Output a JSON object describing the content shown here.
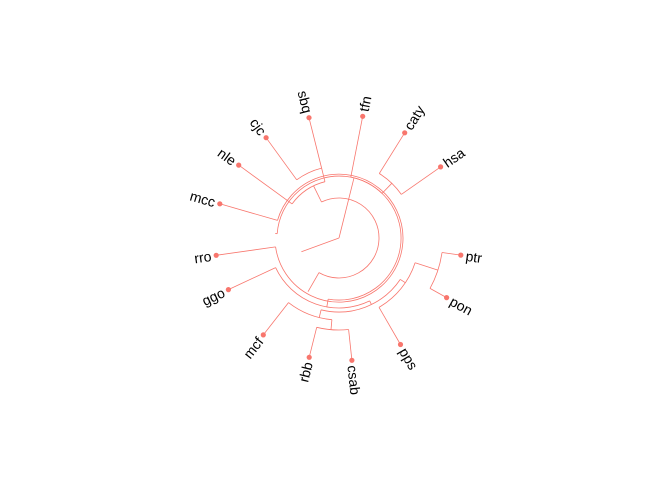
{
  "tree": {
    "layout": "circular",
    "colors": {
      "branch": "#F8766D",
      "tip": "#F8766D",
      "label": "#000000"
    },
    "tips": [
      {
        "id": "ptr",
        "label": "ptr"
      },
      {
        "id": "pon",
        "label": "pon"
      },
      {
        "id": "pps",
        "label": "pps"
      },
      {
        "id": "csab",
        "label": "csab"
      },
      {
        "id": "rbb",
        "label": "rbb"
      },
      {
        "id": "mcf",
        "label": "mcf"
      },
      {
        "id": "ggo",
        "label": "ggo"
      },
      {
        "id": "rro",
        "label": "rro"
      },
      {
        "id": "mcc",
        "label": "mcc"
      },
      {
        "id": "nle",
        "label": "nle"
      },
      {
        "id": "cjc",
        "label": "cjc"
      },
      {
        "id": "sbq",
        "label": "sbq"
      },
      {
        "id": "tfn",
        "label": "tfn"
      },
      {
        "id": "caty",
        "label": "caty"
      },
      {
        "id": "hsa",
        "label": "hsa"
      }
    ]
  }
}
